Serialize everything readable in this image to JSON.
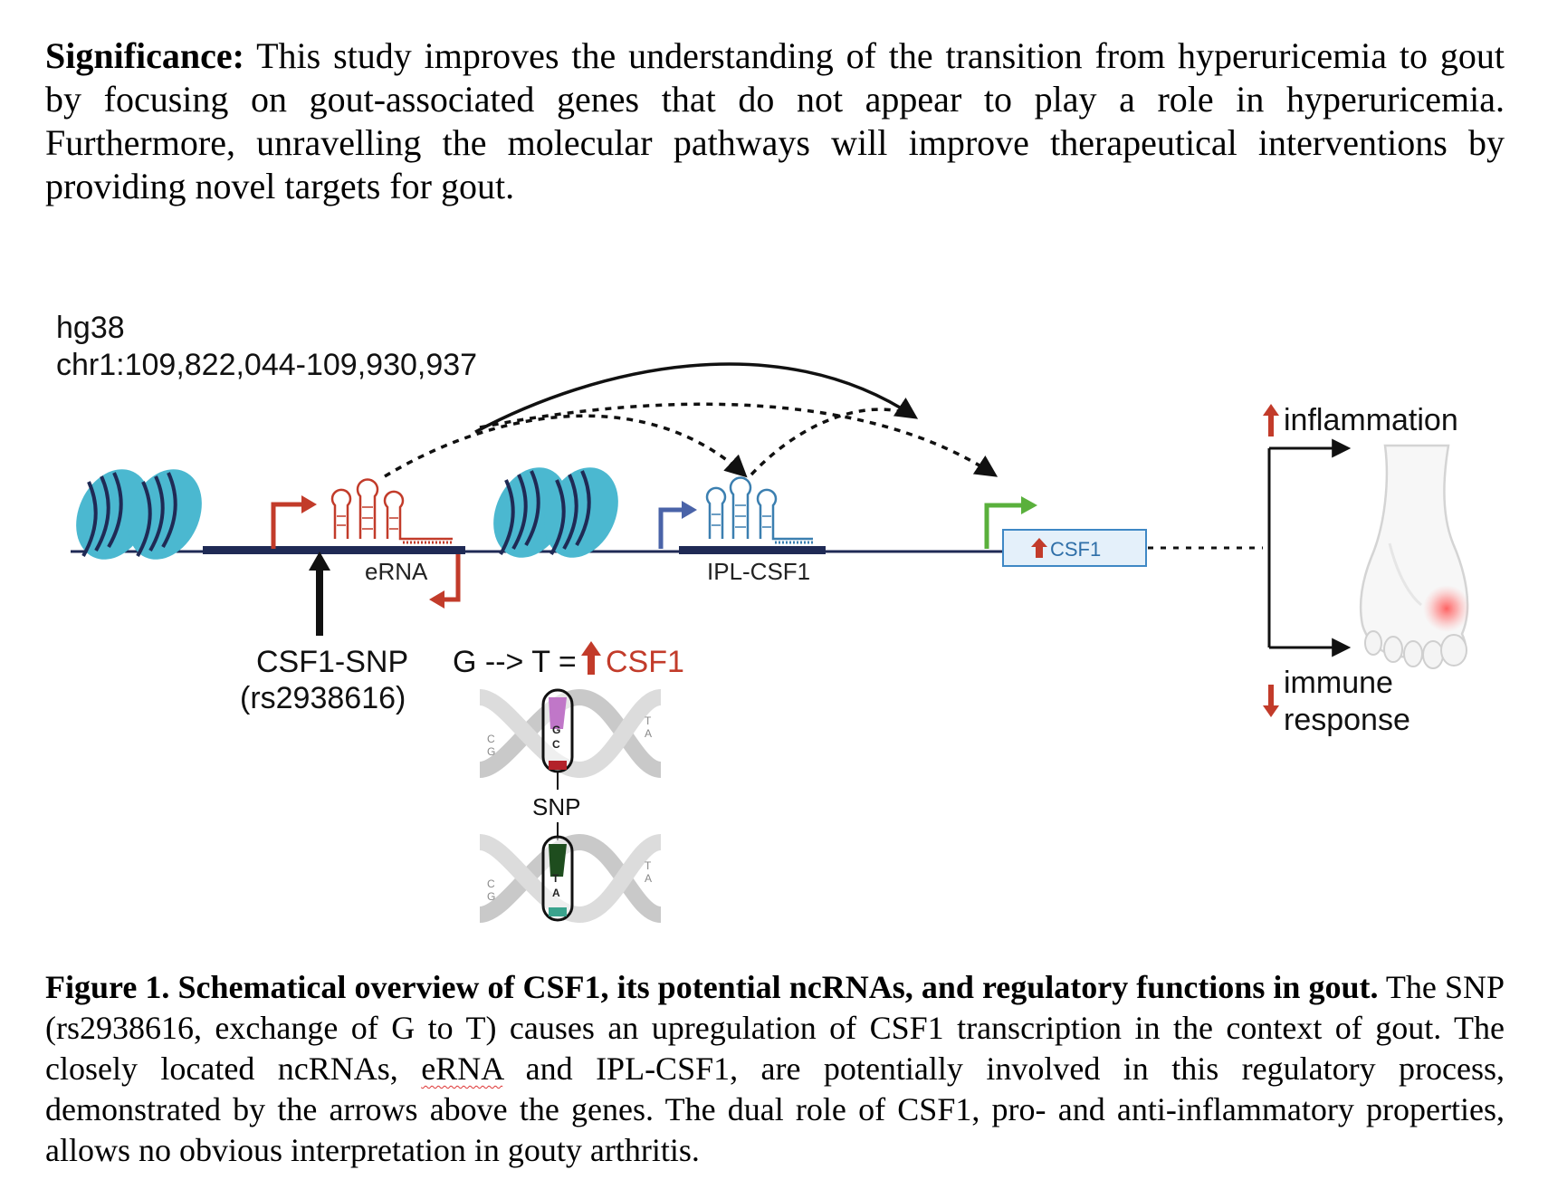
{
  "significance": {
    "label": "Significance:",
    "text": " This study improves the understanding of the transition from hyperuricemia to gout by focusing on gout-associated genes that do not appear to play a role in hyperuricemia. Furthermore, unravelling the molecular pathways will improve therapeutical interventions by providing novel targets for gout."
  },
  "figure": {
    "genome": "hg38",
    "coords": "chr1:109,822,044-109,930,937",
    "erna_label": "eRNA",
    "ipl_label": "IPL-CSF1",
    "csf1_box_label": "CSF1",
    "snp_name": "CSF1-SNP",
    "snp_rsid": "(rs2938616)",
    "snp_change": "G --> T =",
    "snp_change_target": "CSF1",
    "snp_label": "SNP",
    "inflammation": "inflammation",
    "immune_line1": "immune",
    "immune_line2": "response",
    "base_G": "G",
    "base_C": "C",
    "base_T": "T",
    "base_A": "A",
    "colors": {
      "nucleosome": "#4bb8d0",
      "dna_line": "#1f2a55",
      "erna_red": "#c23b2a",
      "ipl_blue": "#3b7fb0",
      "promoter_blue": "#4a63a8",
      "csf1_green": "#5ab03c",
      "csf1_box_fill": "#e4f0fa",
      "csf1_box_stroke": "#3f88c5"
    }
  },
  "caption": {
    "label": "Figure 1. Schematical overview of CSF1, its potential ncRNAs, and regulatory functions in gout.",
    "text_a": " The SNP (rs2938616, exchange of G to T) causes an upregulation of CSF1 transcription in the context of gout. The closely located ncRNAs, ",
    "erna_word": "eRNA",
    "text_b": " and IPL-CSF1, are potentially involved in this regulatory process, demonstrated by the arrows above the genes. The dual role of CSF1, pro- and anti-inflammatory properties, allows no obvious interpretation in gouty arthritis."
  }
}
